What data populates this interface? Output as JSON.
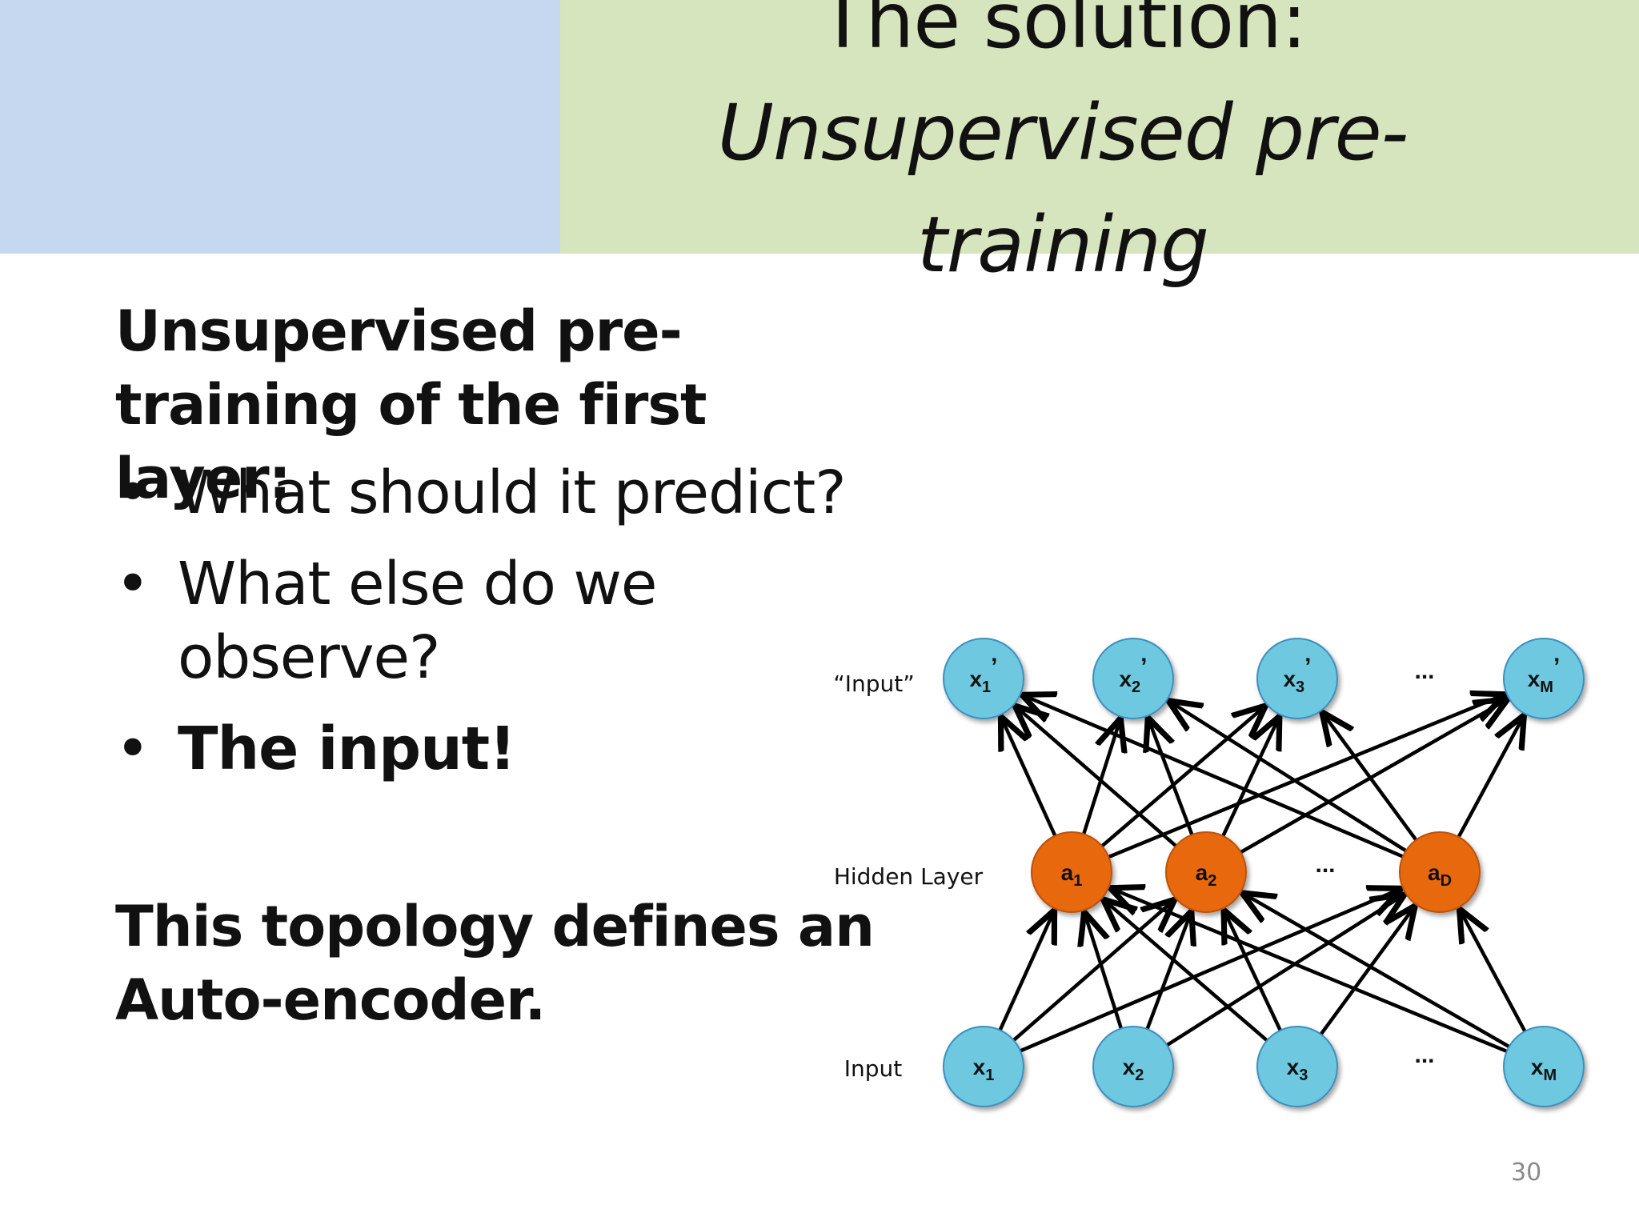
{
  "slide": {
    "title_line1": "The solution:",
    "title_line2": "Unsupervised pre-",
    "title_line3": "training",
    "heading_line1": "Unsupervised pre-",
    "heading_line2": "training of the first layer:",
    "bullets": [
      "What should it predict?",
      "What else do we observe?",
      "The input!"
    ],
    "conclusion_line1": "This topology defines an",
    "conclusion_line2": "Auto-encoder.",
    "page_number": "30"
  },
  "diagram": {
    "labels": {
      "output": "“Input”",
      "hidden": "Hidden Layer",
      "input": "Input"
    },
    "ellipsis": "...",
    "output_nodes": [
      {
        "base": "x",
        "sub": "1",
        "prime": "’"
      },
      {
        "base": "x",
        "sub": "2",
        "prime": "’"
      },
      {
        "base": "x",
        "sub": "3",
        "prime": "’"
      },
      {
        "base": "x",
        "sub": "M",
        "prime": "’"
      }
    ],
    "hidden_nodes": [
      {
        "base": "a",
        "sub": "1"
      },
      {
        "base": "a",
        "sub": "2"
      },
      {
        "base": "a",
        "sub": "D"
      }
    ],
    "input_nodes": [
      {
        "base": "x",
        "sub": "1"
      },
      {
        "base": "x",
        "sub": "2"
      },
      {
        "base": "x",
        "sub": "3"
      },
      {
        "base": "x",
        "sub": "M"
      }
    ],
    "colors": {
      "visible_node": "#6ec8e0",
      "visible_stroke": "#3d8fbf",
      "hidden_node": "#e8680f",
      "hidden_stroke": "#b9520a",
      "edge": "#000000",
      "band_left": "#c5d8ef",
      "band_right": "#d6e5bd"
    }
  }
}
